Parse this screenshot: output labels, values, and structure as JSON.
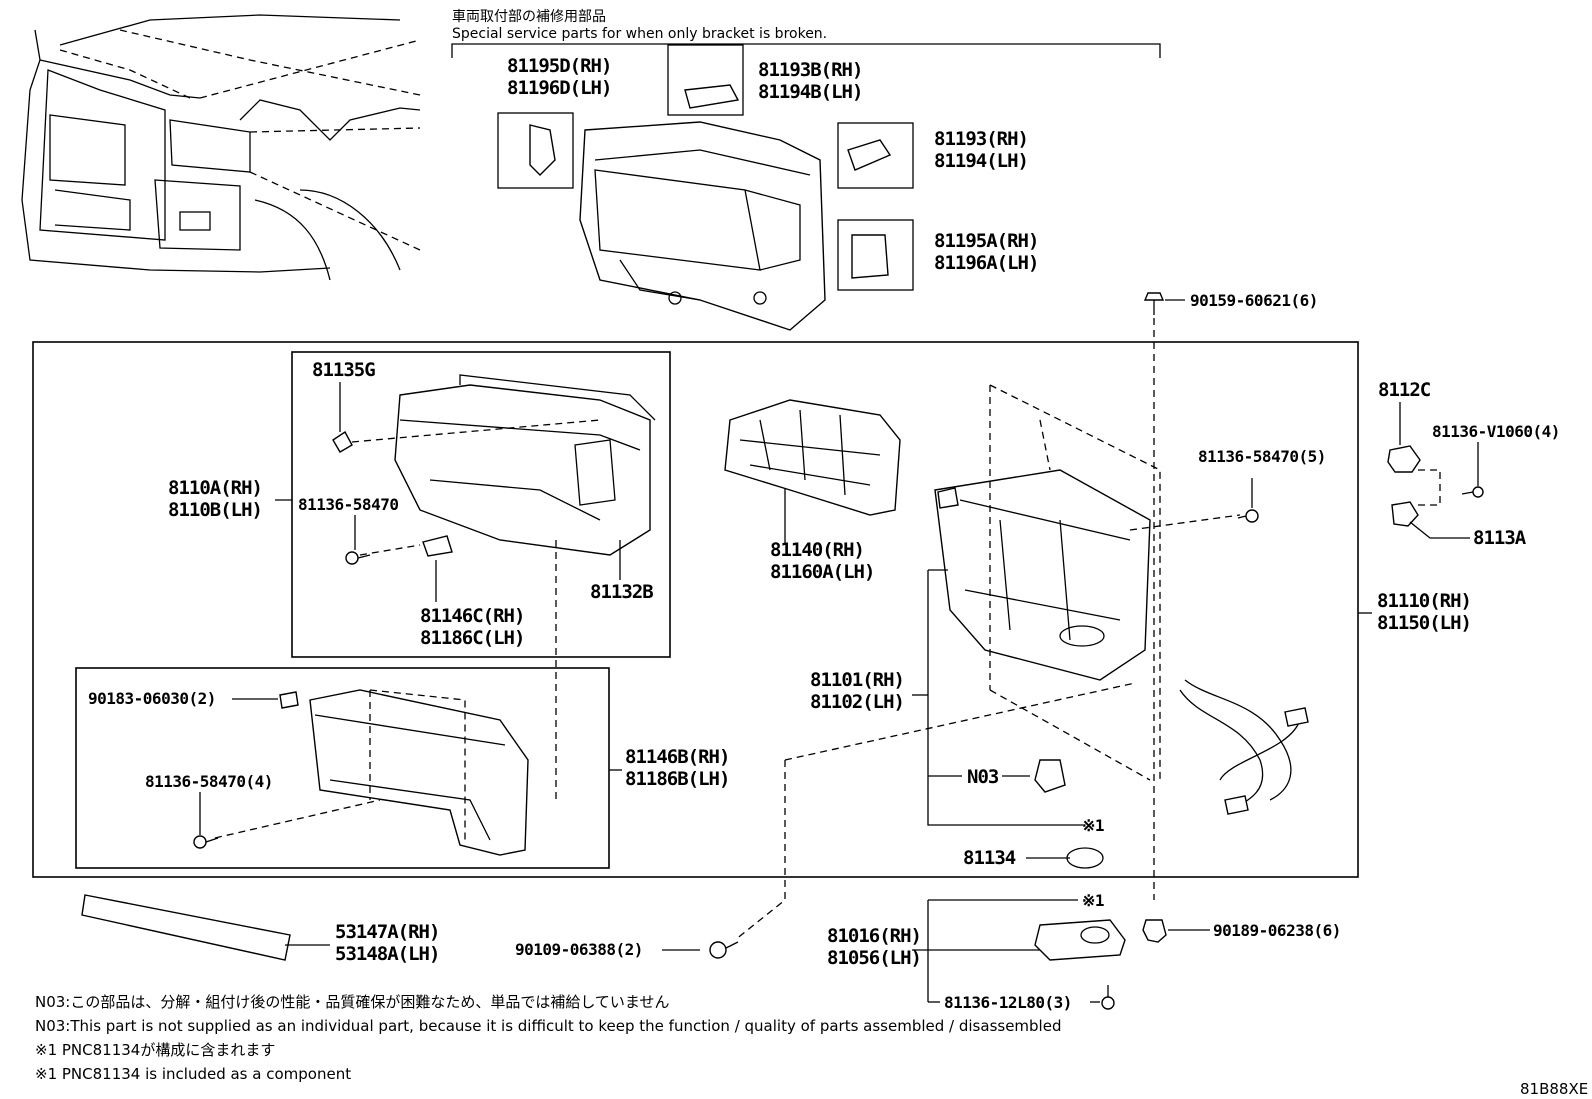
{
  "header": {
    "jp": "車両取付部の補修用部品",
    "en": "Special service parts for when only bracket is broken."
  },
  "labels": {
    "p81195D": "81195D(RH)",
    "p81196D": "81196D(LH)",
    "p81193B": "81193B(RH)",
    "p81194B": "81194B(LH)",
    "p81193": "81193(RH)",
    "p81194": "81194(LH)",
    "p81195A": "81195A(RH)",
    "p81196A": "81196A(LH)",
    "p90159": "90159-60621(6)",
    "p81135G": "81135G",
    "p8110A": "8110A(RH)",
    "p8110B": "8110B(LH)",
    "p81136_a": "81136-58470",
    "p81146C": "81146C(RH)",
    "p81186C": "81186C(LH)",
    "p81132B": "81132B",
    "p81140": "81140(RH)",
    "p81160A": "81160A(LH)",
    "p81136_5": "81136-58470(5)",
    "p8112C": "8112C",
    "p81136V": "81136-V1060(4)",
    "p8113A": "8113A",
    "p81110": "81110(RH)",
    "p81150": "81150(LH)",
    "p81101": "81101(RH)",
    "p81102": "81102(LH)",
    "pN03": "N03",
    "pStar1a": "※1",
    "p81134": "81134",
    "p90183": "90183-06030(2)",
    "p81136_4": "81136-58470(4)",
    "p81146B": "81146B(RH)",
    "p81186B": "81186B(LH)",
    "p53147A": "53147A(RH)",
    "p53148A": "53148A(LH)",
    "p90109": "90109-06388(2)",
    "p81016": "81016(RH)",
    "p81056": "81056(LH)",
    "pStar1b": "※1",
    "p81136_12": "81136-12L80(3)",
    "p90189": "90189-06238(6)"
  },
  "notes": {
    "n03_jp": "N03:この部品は、分解・組付け後の性能・品質確保が困難なため、単品では補給していません",
    "n03_en": "N03:This part is not supplied as an individual part, because it is difficult to keep the function / quality of parts assembled / disassembled",
    "star_jp": "※1 PNC81134が構成に含まれます",
    "star_en": "※1 PNC81134 is included as a component"
  },
  "figure_id": "81B88XE"
}
